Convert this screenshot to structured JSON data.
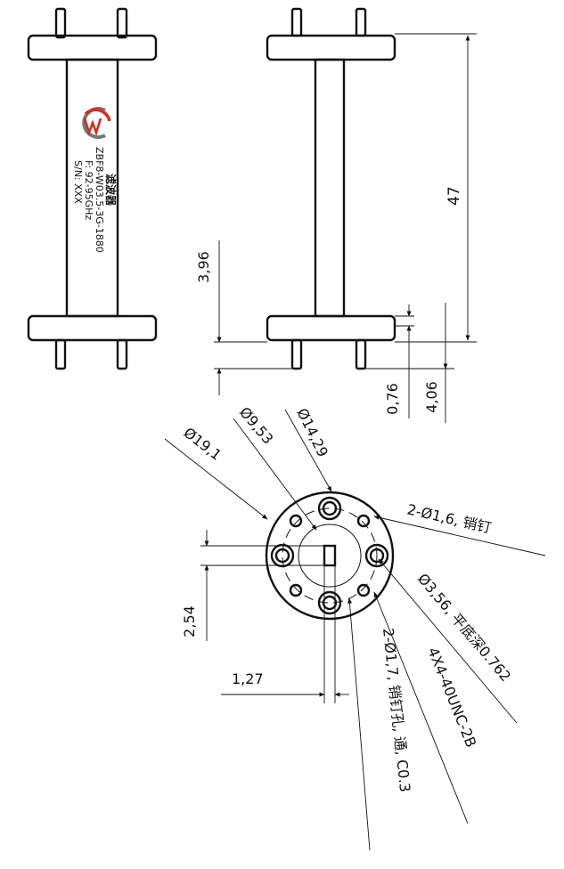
{
  "label": {
    "name": "滤波器",
    "model": "ZBF8-W03.5-3G-1880",
    "freq": "F: 92-95GHz",
    "serial": "S/N: XXX"
  },
  "dimensions": {
    "length": "47",
    "flange_height": "3,96",
    "gap": "0,76",
    "pin_height": "4,06",
    "dia_flange": "Ø19,1",
    "dia_bolt_circle": "Ø14,29",
    "dia_boss": "Ø9,53",
    "pin_note": "2-Ø1,6, 销钉",
    "counterbore_note": "Ø3,56, 平底深0.762",
    "thread_note": "4X4-40UNC-2B",
    "pin_hole_note": "2-Ø1,7, 销钉孔, 通, C0.3",
    "waveguide_h": "2,54",
    "waveguide_w": "1,27"
  },
  "colors": {
    "line": "#111111",
    "logo_red": "#d62b1e",
    "logo_gray": "#7a7a7a"
  }
}
